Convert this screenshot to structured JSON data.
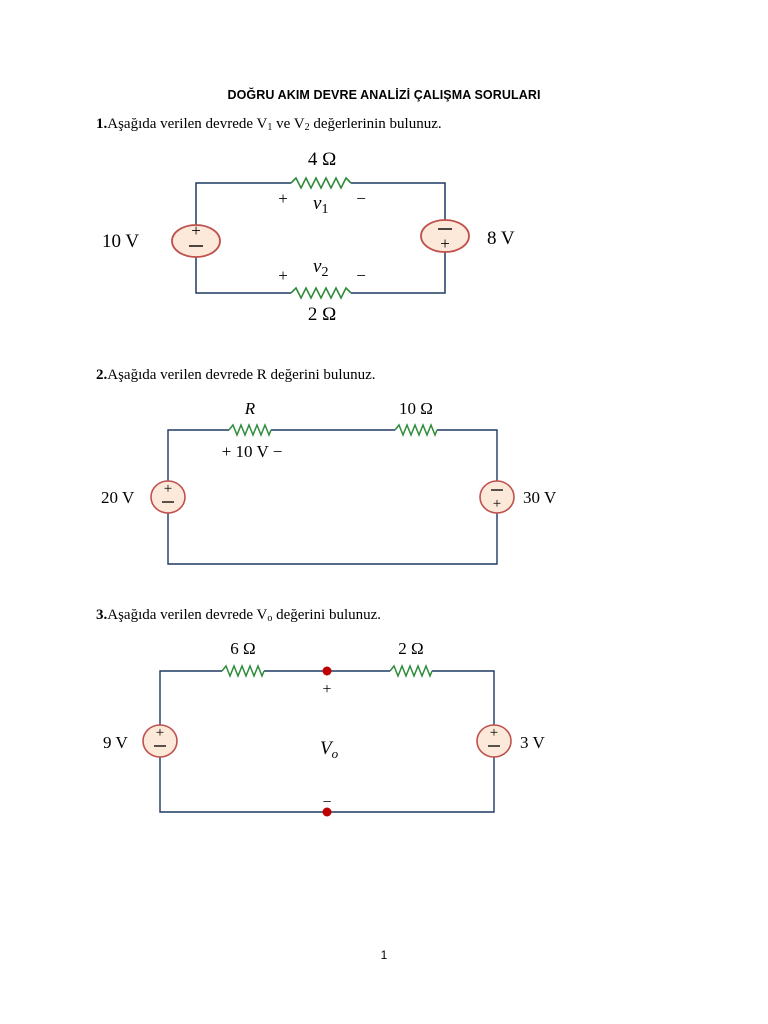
{
  "title": "DOĞRU AKIM DEVRE ANALİZİ ÇALIŞMA SORULARI",
  "page_number": "1",
  "colors": {
    "wire": "#1f3864",
    "resistor": "#2e8b3a",
    "source_stroke": "#c0504d",
    "source_fill": "#fde9d9",
    "node": "#c00000"
  },
  "q1": {
    "number": "1.",
    "text_a": "Aşağıda verilen devrede V",
    "sub1": "1",
    "text_b": " ve V",
    "sub2": "2",
    "text_c": " değerlerinin bulunuz.",
    "r1": "4 Ω",
    "r2": "2 Ω",
    "v1_var": "v",
    "v1_sub": "1",
    "v2_var": "v",
    "v2_sub": "2",
    "plus": "+",
    "minus": "−",
    "src_left": "10 V",
    "src_right": "8 V"
  },
  "q2": {
    "number": "2.",
    "text": "Aşağıda verilen devrede R değerini bulunuz.",
    "r_label": "R",
    "r2": "10 Ω",
    "drop": "+ 10 V −",
    "src_left": "20 V",
    "src_right": "30 V"
  },
  "q3": {
    "number": "3.",
    "text_a": "Aşağıda verilen devrede V",
    "sub": "o",
    "text_b": " değerini bulunuz.",
    "r1": "6 Ω",
    "r2": "2 Ω",
    "vo_var": "V",
    "vo_sub": "o",
    "plus": "+",
    "minus": "−",
    "src_left": "9 V",
    "src_right": "3 V"
  }
}
